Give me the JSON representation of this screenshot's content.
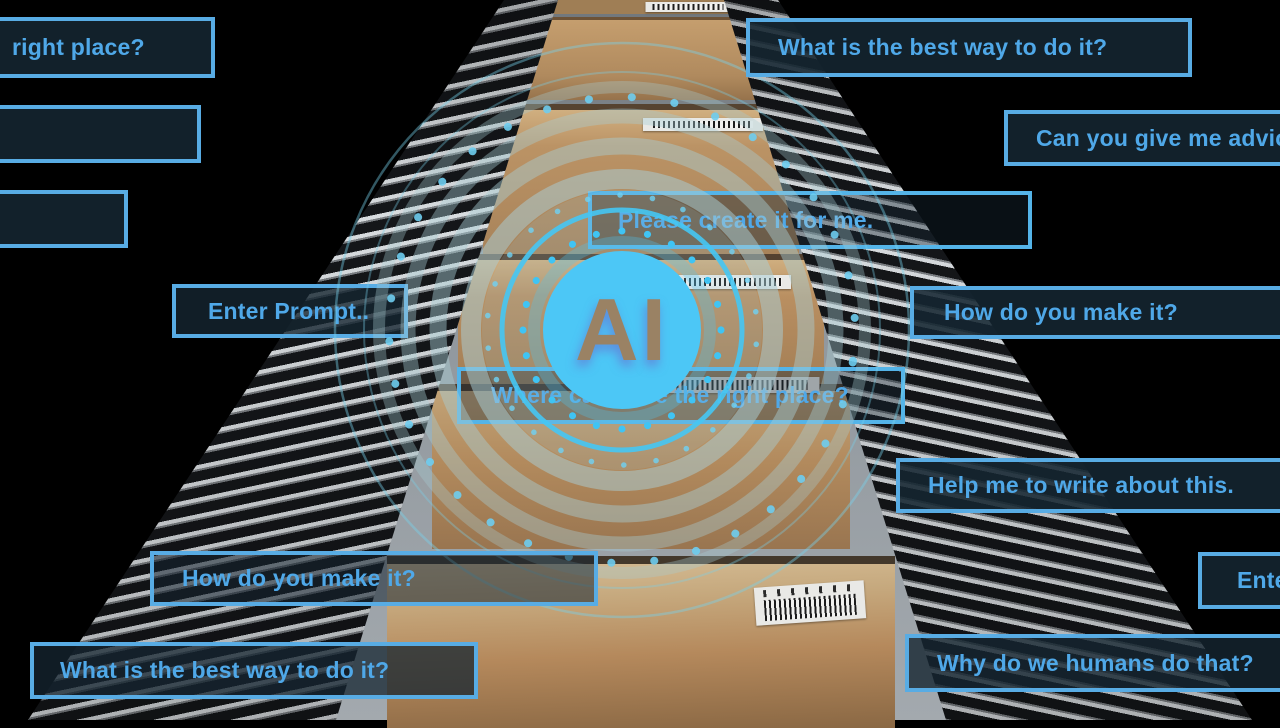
{
  "hologram": {
    "label": "AI"
  },
  "prompts": [
    {
      "id": "truncated-right-place",
      "label": "right place?"
    },
    {
      "id": "empty-left-upper",
      "label": ""
    },
    {
      "id": "empty-left-lower",
      "label": ""
    },
    {
      "id": "enter-prompt",
      "label": "Enter Prompt.."
    },
    {
      "id": "please-create",
      "label": "Please create it for me."
    },
    {
      "id": "where-right-place",
      "label": "Where can I see the right place?"
    },
    {
      "id": "best-way-top",
      "label": "What is the best way to do it?"
    },
    {
      "id": "give-advice",
      "label": "Can you give me advice?"
    },
    {
      "id": "how-make-right",
      "label": "How do you make it?"
    },
    {
      "id": "help-write",
      "label": "Help me to write about this."
    },
    {
      "id": "how-make-left",
      "label": "How do you make it?"
    },
    {
      "id": "enter-truncated",
      "label": "Enter"
    },
    {
      "id": "best-way-bottom",
      "label": "What is the best way to do it?"
    },
    {
      "id": "why-humans",
      "label": "Why do we humans do that?"
    }
  ],
  "colors": {
    "accent_cyan": "#4AC8F5",
    "prompt_text": "#4FA8E8",
    "prompt_border": "#58ACE4",
    "cardboard": "#B68B5E",
    "background": "#000000"
  }
}
